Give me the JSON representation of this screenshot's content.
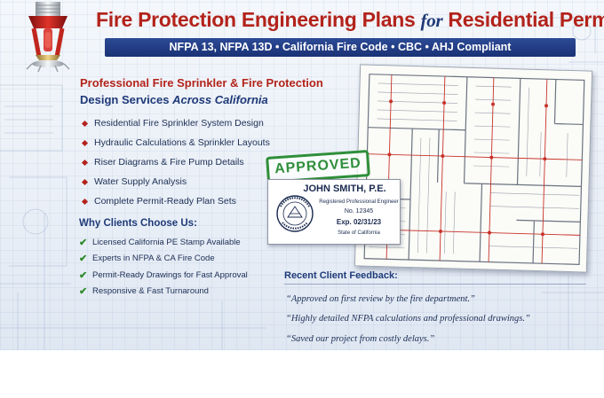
{
  "header": {
    "title_main": "Fire Protection Engineering Plans",
    "title_for": "for",
    "title_end": "Residential Permits",
    "banner": "NFPA 13, NFPA 13D • California Fire Code • CBC • AHJ Compliant"
  },
  "intro": {
    "line1": "Professional Fire Sprinkler & Fire Protection",
    "line2_a": "Design Services",
    "line2_b": "Across California"
  },
  "services": [
    "Residential Fire Sprinkler System Design",
    "Hydraulic Calculations & Sprinkler Layouts",
    "Riser Diagrams & Fire Pump Details",
    "Water Supply Analysis",
    "Complete Permit-Ready Plan Sets"
  ],
  "why": {
    "heading": "Why Clients Choose Us:",
    "items": [
      "Licensed California PE Stamp Available",
      "Experts in NFPA & CA Fire Code",
      "Permit-Ready Drawings for Fast Approval",
      "Responsive & Fast Turnaround"
    ]
  },
  "stamp": {
    "approved": "APPROVED",
    "name": "JOHN SMITH, P.E.",
    "title": "Registered Professional Engineer",
    "number": "No. 12345",
    "expiry": "Exp. 02/31/23",
    "state": "State of California"
  },
  "feedback": {
    "heading": "Recent Client Feedback:",
    "quotes": [
      "“Approved on first review by the fire department.”",
      "“Highly detailed NFPA calculations and professional drawings.”",
      "“Saved our project from costly delays.”"
    ]
  },
  "colors": {
    "red": "#b3231b",
    "navy": "#1f3a78",
    "green": "#2f8f3a"
  },
  "icons": {
    "sprinkler": "fire-sprinkler-head-icon",
    "seal": "engineer-seal-icon",
    "bullet": "red-diamond-bullet-icon",
    "check": "green-checkmark-icon"
  }
}
